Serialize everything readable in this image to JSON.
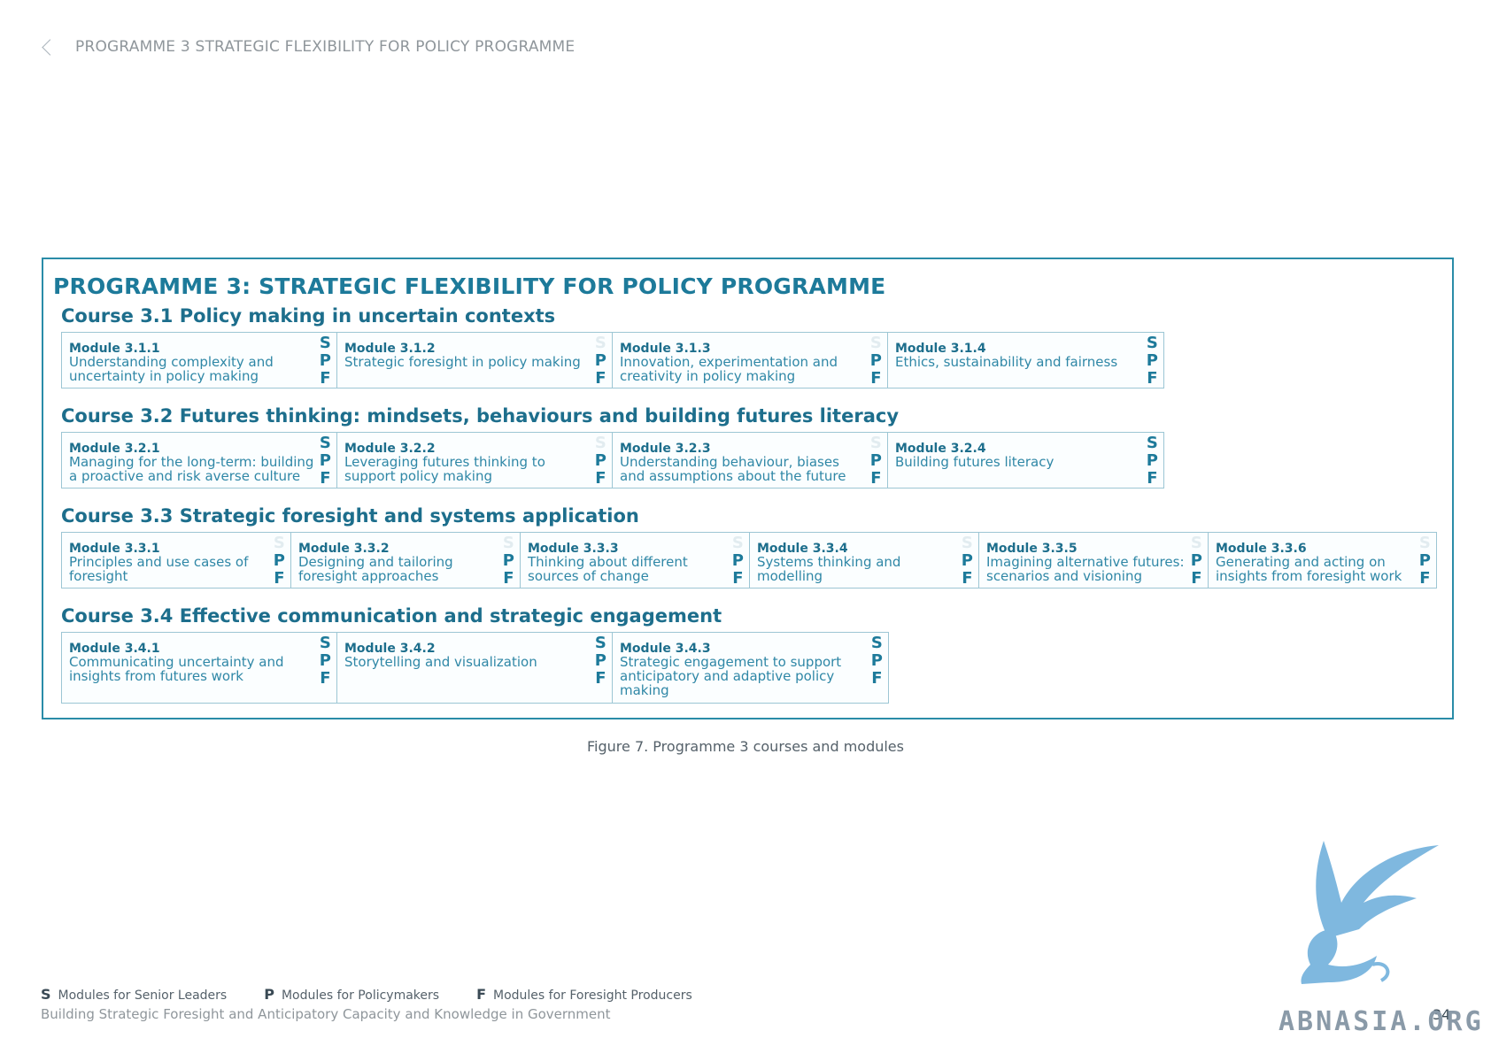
{
  "header": {
    "title": "PROGRAMME 3  STRATEGIC FLEXIBILITY FOR POLICY PROGRAMME"
  },
  "programme_title": "PROGRAMME 3: STRATEGIC FLEXIBILITY FOR POLICY PROGRAMME",
  "courses": [
    {
      "title": "Course 3.1 Policy making in uncertain contexts",
      "modules": [
        {
          "label": "Module 3.1.1",
          "desc": [
            "Understanding complexity and",
            "uncertainty in policy making"
          ],
          "s": "S",
          "p": "P",
          "f": "F"
        },
        {
          "label": "Module 3.1.2",
          "desc": [
            "Strategic foresight in policy making"
          ],
          "s": "S",
          "p": "P",
          "f": "F"
        },
        {
          "label": "Module 3.1.3",
          "desc": [
            "Innovation, experimentation and",
            "creativity in policy making"
          ],
          "s": "S",
          "p": "P",
          "f": "F"
        },
        {
          "label": "Module 3.1.4",
          "desc": [
            "Ethics, sustainability and fairness"
          ],
          "s": "S",
          "p": "P",
          "f": "F"
        }
      ]
    },
    {
      "title": "Course 3.2 Futures thinking: mindsets, behaviours and building futures literacy",
      "modules": [
        {
          "label": "Module 3.2.1",
          "desc": [
            "Managing for the long-term: building",
            "a proactive and risk averse culture"
          ],
          "s": "S",
          "p": "P",
          "f": "F"
        },
        {
          "label": "Module 3.2.2",
          "desc": [
            "Leveraging futures thinking to",
            "support policy making"
          ],
          "s": "S",
          "p": "P",
          "f": "F"
        },
        {
          "label": "Module 3.2.3",
          "desc": [
            "Understanding behaviour, biases",
            "and assumptions about the future"
          ],
          "s": "S",
          "p": "P",
          "f": "F"
        },
        {
          "label": "Module 3.2.4",
          "desc": [
            "Building futures literacy"
          ],
          "s": "S",
          "p": "P",
          "f": "F"
        }
      ]
    },
    {
      "title": "Course 3.3  Strategic foresight and systems application",
      "modules": [
        {
          "label": "Module 3.3.1",
          "desc": [
            "Principles and use cases of",
            "foresight"
          ],
          "s": "S",
          "p": "P",
          "f": "F"
        },
        {
          "label": "Module 3.3.2",
          "desc": [
            "Designing and tailoring",
            "foresight approaches"
          ],
          "s": "S",
          "p": "P",
          "f": "F"
        },
        {
          "label": "Module 3.3.3",
          "desc": [
            "Thinking about different",
            "sources of change"
          ],
          "s": "S",
          "p": "P",
          "f": "F"
        },
        {
          "label": "Module 3.3.4",
          "desc": [
            "Systems thinking and",
            "modelling"
          ],
          "s": "S",
          "p": "P",
          "f": "F"
        },
        {
          "label": "Module 3.3.5",
          "desc": [
            "Imagining alternative futures:",
            "scenarios and visioning"
          ],
          "s": "S",
          "p": "P",
          "f": "F"
        },
        {
          "label": "Module 3.3.6",
          "desc": [
            "Generating and acting on",
            "insights from foresight work"
          ],
          "s": "S",
          "p": "P",
          "f": "F"
        }
      ]
    },
    {
      "title": "Course 3.4  Effective communication and strategic engagement",
      "modules": [
        {
          "label": "Module 3.4.1",
          "desc": [
            "Communicating uncertainty and",
            "insights from futures work"
          ],
          "s": "S",
          "p": "P",
          "f": "F"
        },
        {
          "label": "Module 3.4.2",
          "desc": [
            "Storytelling and visualization"
          ],
          "s": "S",
          "p": "P",
          "f": "F"
        },
        {
          "label": "Module 3.4.3",
          "desc": [
            "Strategic engagement to support",
            "anticipatory and adaptive policy",
            "making"
          ],
          "s": "S",
          "p": "P",
          "f": "F"
        }
      ]
    }
  ],
  "caption": "Figure 7.  Programme 3 courses and modules",
  "legend": [
    {
      "symbol": "S",
      "text": "Modules for Senior Leaders"
    },
    {
      "symbol": "P",
      "text": "Modules for Policymakers"
    },
    {
      "symbol": "F",
      "text": "Modules for Foresight Producers"
    }
  ],
  "footer": "Building Strategic Foresight and Anticipatory Capacity and Knowledge in Government",
  "page_number": "34",
  "watermark": "ABNASIA.ORG",
  "colors": {
    "primary": "#1d6e8c",
    "border": "#2a8ca8",
    "faded": "#e2ecf0"
  }
}
